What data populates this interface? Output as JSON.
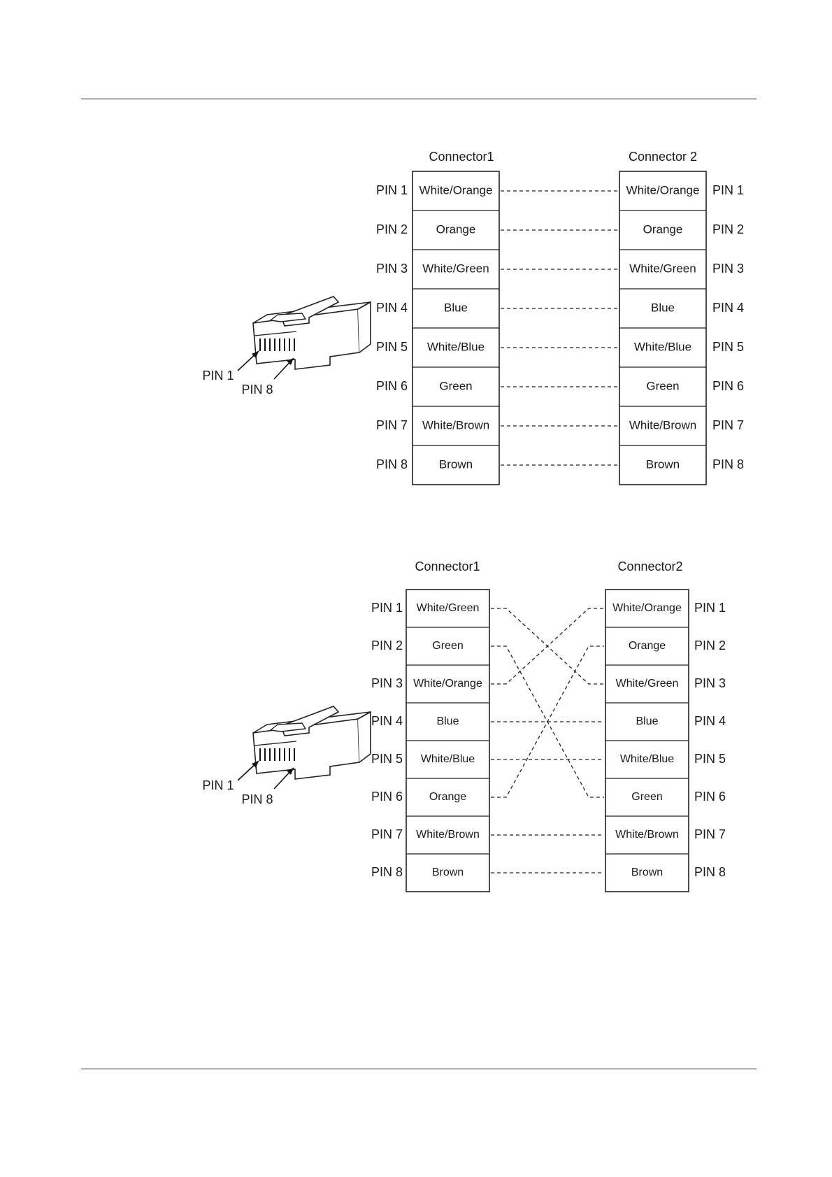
{
  "diagrams": [
    {
      "id": "straight",
      "connector_left": "Connector1",
      "connector_right": "Connector 2",
      "plug_pin_first": "PIN 1",
      "plug_pin_last": "PIN 8",
      "left_pins": [
        {
          "pin": "PIN 1",
          "color": "White/Orange"
        },
        {
          "pin": "PIN 2",
          "color": "Orange"
        },
        {
          "pin": "PIN 3",
          "color": "White/Green"
        },
        {
          "pin": "PIN 4",
          "color": "Blue"
        },
        {
          "pin": "PIN 5",
          "color": "White/Blue"
        },
        {
          "pin": "PIN 6",
          "color": "Green"
        },
        {
          "pin": "PIN 7",
          "color": "White/Brown"
        },
        {
          "pin": "PIN 8",
          "color": "Brown"
        }
      ],
      "right_pins": [
        {
          "pin": "PIN 1",
          "color": "White/Orange"
        },
        {
          "pin": "PIN 2",
          "color": "Orange"
        },
        {
          "pin": "PIN 3",
          "color": "White/Green"
        },
        {
          "pin": "PIN 4",
          "color": "Blue"
        },
        {
          "pin": "PIN 5",
          "color": "White/Blue"
        },
        {
          "pin": "PIN 6",
          "color": "Green"
        },
        {
          "pin": "PIN 7",
          "color": "White/Brown"
        },
        {
          "pin": "PIN 8",
          "color": "Brown"
        }
      ],
      "connections": [
        [
          1,
          1
        ],
        [
          2,
          2
        ],
        [
          3,
          3
        ],
        [
          4,
          4
        ],
        [
          5,
          5
        ],
        [
          6,
          6
        ],
        [
          7,
          7
        ],
        [
          8,
          8
        ]
      ]
    },
    {
      "id": "crossover",
      "connector_left": "Connector1",
      "connector_right": "Connector2",
      "plug_pin_first": "PIN 1",
      "plug_pin_last": "PIN 8",
      "left_pins": [
        {
          "pin": "PIN 1",
          "color": "White/Green"
        },
        {
          "pin": "PIN 2",
          "color": "Green"
        },
        {
          "pin": "PIN 3",
          "color": "White/Orange"
        },
        {
          "pin": "PIN 4",
          "color": "Blue"
        },
        {
          "pin": "PIN 5",
          "color": "White/Blue"
        },
        {
          "pin": "PIN 6",
          "color": "Orange"
        },
        {
          "pin": "PIN 7",
          "color": "White/Brown"
        },
        {
          "pin": "PIN 8",
          "color": "Brown"
        }
      ],
      "right_pins": [
        {
          "pin": "PIN 1",
          "color": "White/Orange"
        },
        {
          "pin": "PIN 2",
          "color": "Orange"
        },
        {
          "pin": "PIN 3",
          "color": "White/Green"
        },
        {
          "pin": "PIN 4",
          "color": "Blue"
        },
        {
          "pin": "PIN 5",
          "color": "White/Blue"
        },
        {
          "pin": "PIN 6",
          "color": "Green"
        },
        {
          "pin": "PIN 7",
          "color": "White/Brown"
        },
        {
          "pin": "PIN 8",
          "color": "Brown"
        }
      ],
      "connections": [
        [
          1,
          3
        ],
        [
          2,
          6
        ],
        [
          3,
          1
        ],
        [
          4,
          4
        ],
        [
          5,
          5
        ],
        [
          6,
          2
        ],
        [
          7,
          7
        ],
        [
          8,
          8
        ]
      ]
    }
  ]
}
